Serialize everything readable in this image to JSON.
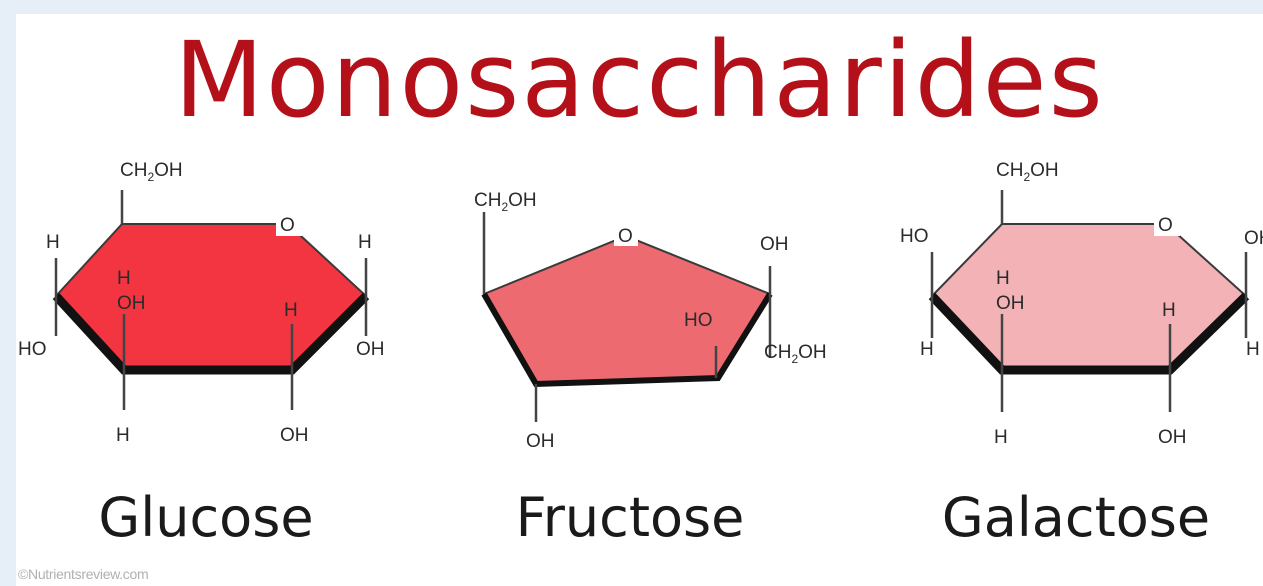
{
  "title": "Monosaccharides",
  "credit": "©Nutrientsreview.com",
  "colors": {
    "title": "#b4101a",
    "glucose_fill": "#f23540",
    "fructose_fill": "#ec6a70",
    "galactose_fill": "#f3b3b6"
  },
  "molecules": [
    {
      "name": "Glucose",
      "labels": {
        "top": "CH",
        "top_sub": "2",
        "top_rest": "OH",
        "ring_o": "O",
        "c5_h": "H",
        "c1_h": "H",
        "c4_ho": "HO",
        "c1_oh": "OH",
        "c4_h_in": "H",
        "c4_oh_in": "OH",
        "c2_h_in": "H",
        "c3_h": "H",
        "c2_oh": "OH"
      }
    },
    {
      "name": "Fructose",
      "labels": {
        "top": "CH",
        "top_sub": "2",
        "top_rest": "OH",
        "ring_o": "O",
        "right_oh": "OH",
        "ho_in": "HO",
        "right_ch": "CH",
        "right_sub": "2",
        "right_rest": "OH",
        "bottom_oh": "OH"
      }
    },
    {
      "name": "Galactose",
      "labels": {
        "top": "CH",
        "top_sub": "2",
        "top_rest": "OH",
        "ring_o": "O",
        "c5_ho": "HO",
        "c1_oh": "OH",
        "c4_h_out": "H",
        "c1_h": "H",
        "c4_h_in": "H",
        "c4_oh_in": "OH",
        "c2_h_in": "H",
        "c3_h": "H",
        "c2_oh": "OH"
      }
    }
  ]
}
